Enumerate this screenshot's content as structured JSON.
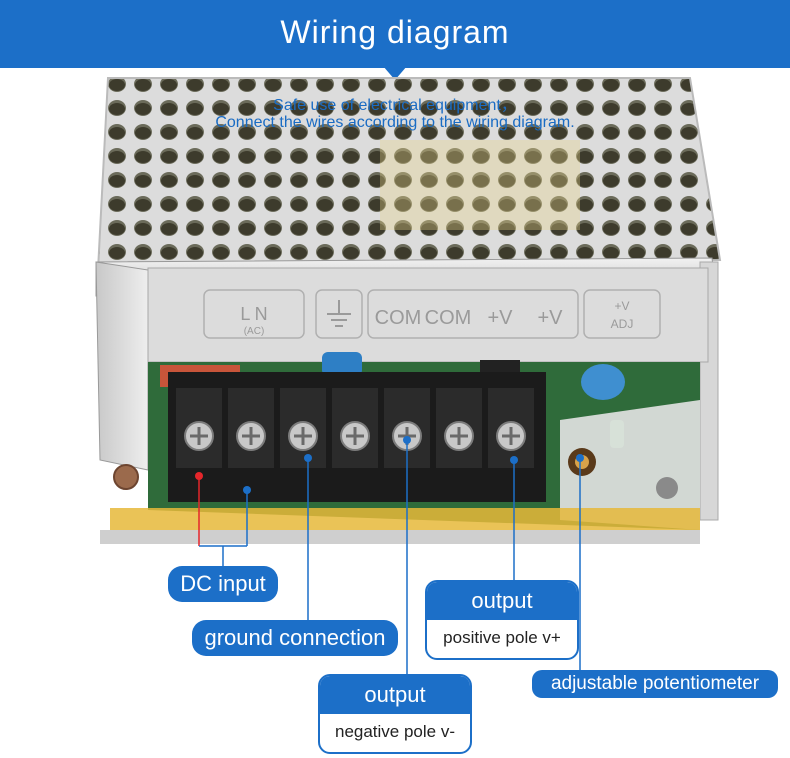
{
  "header": {
    "title": "Wiring diagram",
    "line1": "Safe use of electrical equipment，",
    "line2": "Connect the wires according to the wiring diagram."
  },
  "panel_labels": {
    "ln": "L  N",
    "ac": "(AC)",
    "com1": "COM",
    "com2": "COM",
    "v1": "+V",
    "v2": "+V",
    "adj_top": "+V",
    "adj_bottom": "ADJ"
  },
  "labels": {
    "dc_input": "DC input",
    "ground": "ground connection",
    "output_pos_title": "output",
    "output_pos_desc": "positive pole v+",
    "output_neg_title": "output",
    "output_neg_desc": "negative pole v-",
    "pot": "adjustable potentiometer"
  },
  "colors": {
    "brand_blue": "#1c6fc8",
    "input_marker": "#e5262b",
    "guide_line": "#1c6fc8"
  }
}
